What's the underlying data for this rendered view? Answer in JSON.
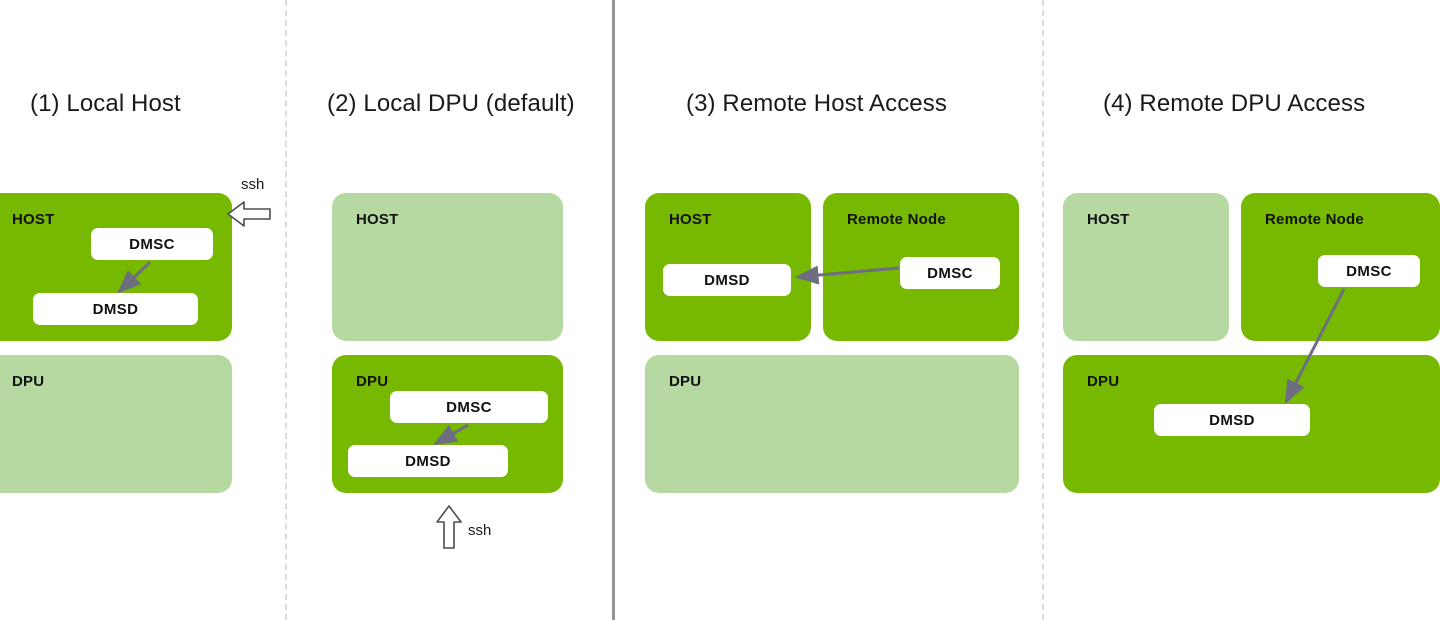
{
  "diagram": {
    "title_font_size": 24,
    "colors": {
      "active_zone": "#76b900",
      "inactive_zone": "#b6d9a2",
      "process_box": "#ffffff",
      "connector": "#6e6e82",
      "ssh_arrow_outline": "#4d4d4d",
      "divider_dashed": "#dcdcdc",
      "divider_solid": "#949494",
      "text": "#111111"
    },
    "panels": [
      {
        "id": "local-host",
        "title": "(1) Local Host",
        "zones": [
          {
            "id": "host",
            "label": "HOST",
            "state": "active",
            "processes": [
              {
                "label": "DMSC"
              },
              {
                "label": "DMSD"
              }
            ]
          },
          {
            "id": "dpu",
            "label": "DPU",
            "state": "inactive",
            "processes": []
          }
        ],
        "connectors": [
          {
            "from": "DMSC",
            "to": "DMSD"
          }
        ],
        "ssh": {
          "label": "ssh",
          "direction": "left"
        }
      },
      {
        "id": "local-dpu",
        "title": "(2) Local DPU (default)",
        "zones": [
          {
            "id": "host",
            "label": "HOST",
            "state": "inactive",
            "processes": []
          },
          {
            "id": "dpu",
            "label": "DPU",
            "state": "active",
            "processes": [
              {
                "label": "DMSC"
              },
              {
                "label": "DMSD"
              }
            ]
          }
        ],
        "connectors": [
          {
            "from": "DMSC",
            "to": "DMSD"
          }
        ],
        "ssh": {
          "label": "ssh",
          "direction": "up"
        }
      },
      {
        "id": "remote-host-access",
        "title": "(3) Remote Host Access",
        "zones": [
          {
            "id": "host",
            "label": "HOST",
            "state": "active",
            "processes": [
              {
                "label": "DMSD"
              }
            ]
          },
          {
            "id": "remote-node",
            "label": "Remote Node",
            "state": "active",
            "processes": [
              {
                "label": "DMSC"
              }
            ]
          },
          {
            "id": "dpu",
            "label": "DPU",
            "state": "inactive",
            "processes": []
          }
        ],
        "connectors": [
          {
            "from": "DMSC",
            "to": "DMSD"
          }
        ],
        "ssh": null
      },
      {
        "id": "remote-dpu-access",
        "title": "(4) Remote DPU Access",
        "zones": [
          {
            "id": "host",
            "label": "HOST",
            "state": "inactive",
            "processes": []
          },
          {
            "id": "remote-node",
            "label": "Remote Node",
            "state": "active",
            "processes": [
              {
                "label": "DMSC"
              }
            ]
          },
          {
            "id": "dpu",
            "label": "DPU",
            "state": "active",
            "processes": [
              {
                "label": "DMSD"
              }
            ]
          }
        ],
        "connectors": [
          {
            "from": "DMSC",
            "to": "DMSD"
          }
        ],
        "ssh": null
      }
    ]
  }
}
